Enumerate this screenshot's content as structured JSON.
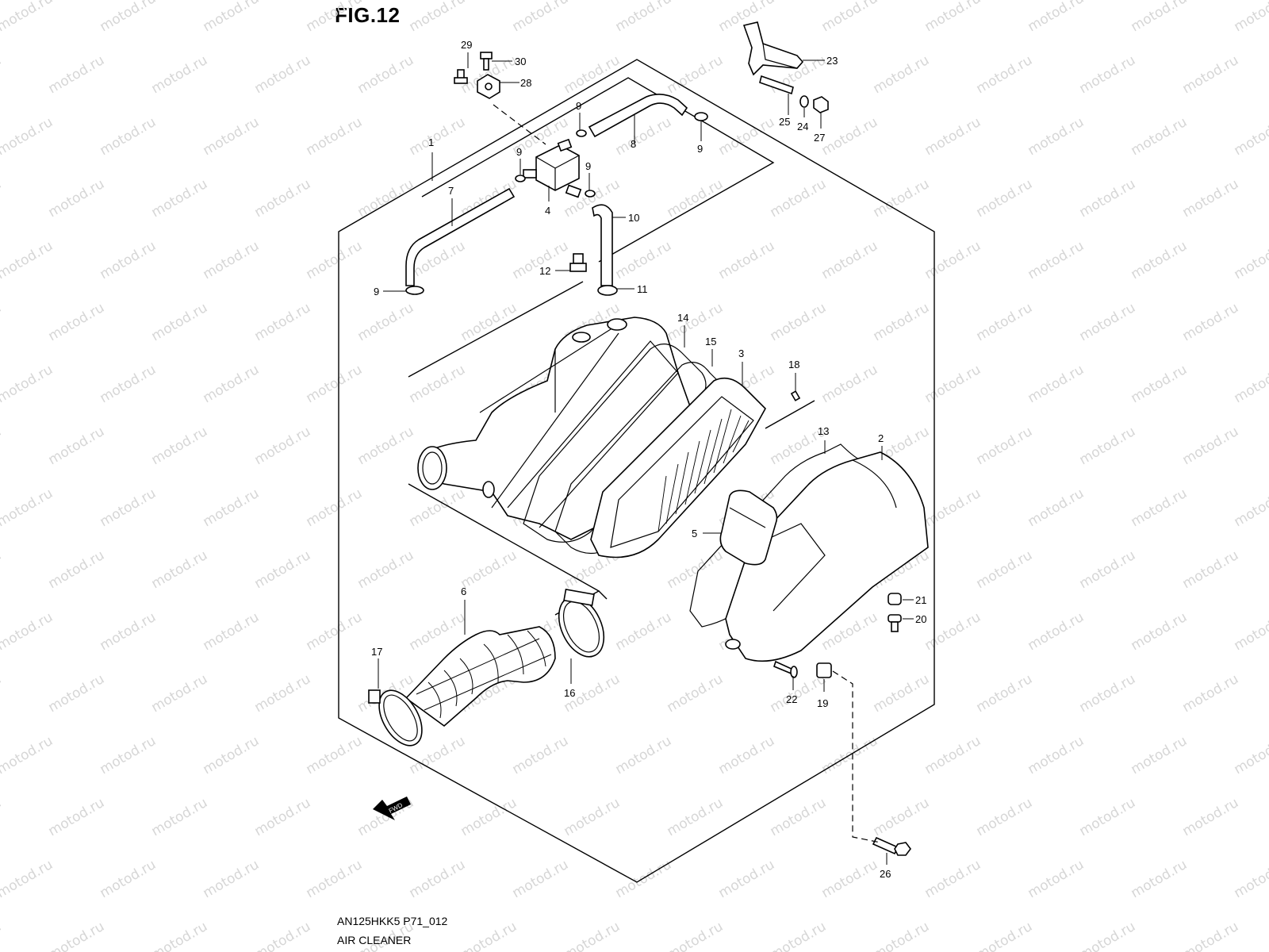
{
  "figure": {
    "title": "FIG.12",
    "code": "AN125HKK5 P71_012",
    "name": "AIR CLEANER",
    "fwd_label": "FWD"
  },
  "watermark": "motod.ru",
  "callouts": [
    "1",
    "2",
    "3",
    "4",
    "5",
    "6",
    "7",
    "8",
    "9",
    "9",
    "9",
    "9",
    "9",
    "10",
    "11",
    "12",
    "13",
    "14",
    "15",
    "16",
    "17",
    "18",
    "19",
    "20",
    "21",
    "22",
    "23",
    "24",
    "25",
    "26",
    "27",
    "28",
    "29",
    "30"
  ]
}
